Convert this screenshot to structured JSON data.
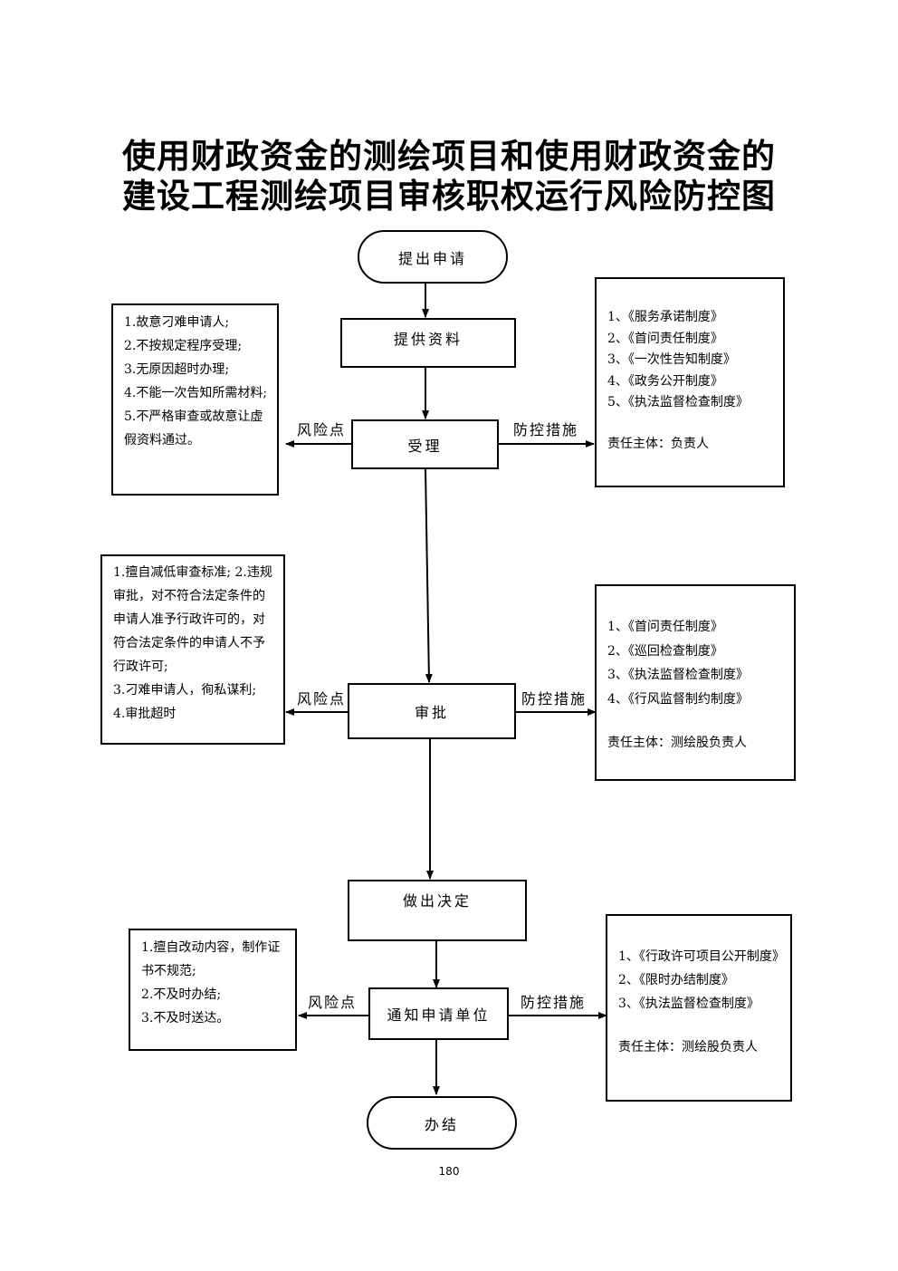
{
  "title": {
    "line1": "使用财政资金的测绘项目和使用财政资金的",
    "line2": "建设工程测绘项目审核职权运行风险防控图"
  },
  "flow": {
    "start": "提出申请",
    "step1": "提供资料",
    "step2": "受理",
    "step3": "审批",
    "step4": "做出决定",
    "step5": "通知申请单位",
    "end": "办结"
  },
  "labels": {
    "risk_point": "风险点",
    "control_measures": "防控措施"
  },
  "risks": {
    "accept": [
      "1.故意刁难申请人;",
      "2.不按规定程序受理;",
      "3.无原因超时办理;",
      "4.不能一次告知所需材料;",
      "5.不严格审查或故意让虚假资料通过。"
    ],
    "approve": [
      "1.擅自减低审查标准; 2.违规审批，对不符合法定条件的申请人准予行政许可的，对符合法定条件的申请人不予行政许可;",
      "3.刁难申请人，徇私谋利;",
      "4.审批超时"
    ],
    "notify": [
      "1.擅自改动内容，制作证书不规范;",
      "2.不及时办结;",
      "3.不及时送达。"
    ]
  },
  "measures": {
    "accept": {
      "items": [
        "1、《服务承诺制度》",
        "2、《首问责任制度》",
        "3、《一次性告知制度》",
        "4、《政务公开制度》",
        "5、《执法监督检查制度》"
      ],
      "owner": "责任主体：负责人"
    },
    "approve": {
      "items": [
        "1、《首问责任制度》",
        "2、《巡回检查制度》",
        "3、《执法监督检查制度》",
        "4、《行风监督制约制度》"
      ],
      "owner": "责任主体：测绘股负责人"
    },
    "notify": {
      "items": [
        "1、《行政许可项目公开制度》",
        "2、《限时办结制度》",
        "3、《执法监督检查制度》"
      ],
      "owner": "责任主体：测绘股负责人"
    }
  },
  "page_number": "180"
}
